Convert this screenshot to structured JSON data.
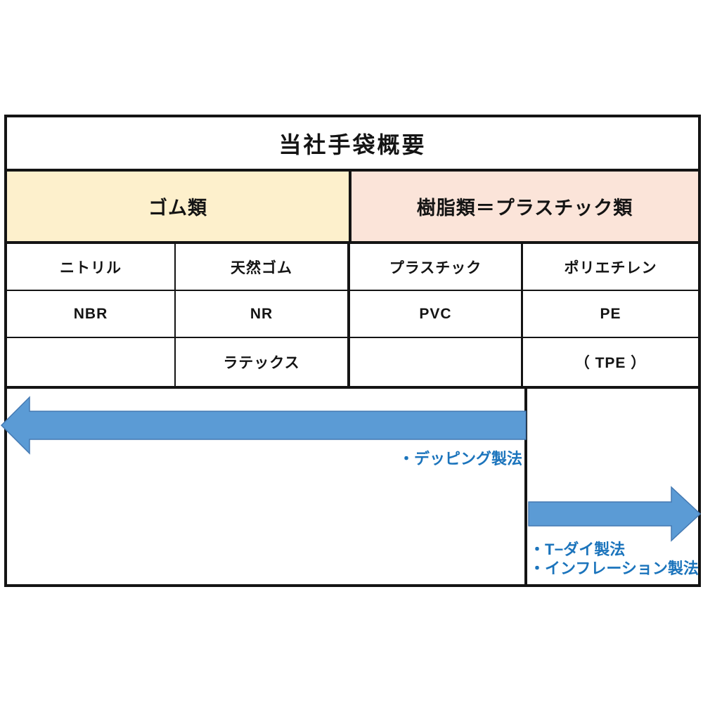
{
  "title": "当社手袋概要",
  "category_header": {
    "rubber": {
      "label": "ゴム類",
      "bg": "#FDF0CC"
    },
    "plastic": {
      "label": "樹脂類＝プラスチック類",
      "bg": "#FBE4D9"
    }
  },
  "materials": {
    "columns": [
      "ニトリル",
      "天然ゴム",
      "プラスチック",
      "ポリエチレン"
    ],
    "rows": [
      {
        "cells": [
          "ニトリル",
          "天然ゴム",
          "プラスチック",
          "ポリエチレン"
        ]
      },
      {
        "cells": [
          "NBR",
          "NR",
          "PVC",
          "PE"
        ]
      },
      {
        "cells": [
          "",
          "ラテックス",
          "",
          "（ TPE ）"
        ]
      }
    ]
  },
  "methods": {
    "dipping": {
      "label": "・デッピング製法",
      "arrow_direction": "left",
      "applies_to": "ゴム類"
    },
    "t_die": {
      "label": "・T−ダイ製法",
      "arrow_direction": "right",
      "applies_to": "樹脂類＝プラスチック類"
    },
    "inflation": {
      "label": "・インフレーション製法"
    }
  },
  "colors": {
    "rubber_bg": "#FDF0CC",
    "plastic_bg": "#FBE4D9",
    "arrow_fill": "#5B9BD5",
    "arrow_stroke": "#4479B2",
    "method_text": "#1B74BC",
    "table_border": "#141414"
  }
}
